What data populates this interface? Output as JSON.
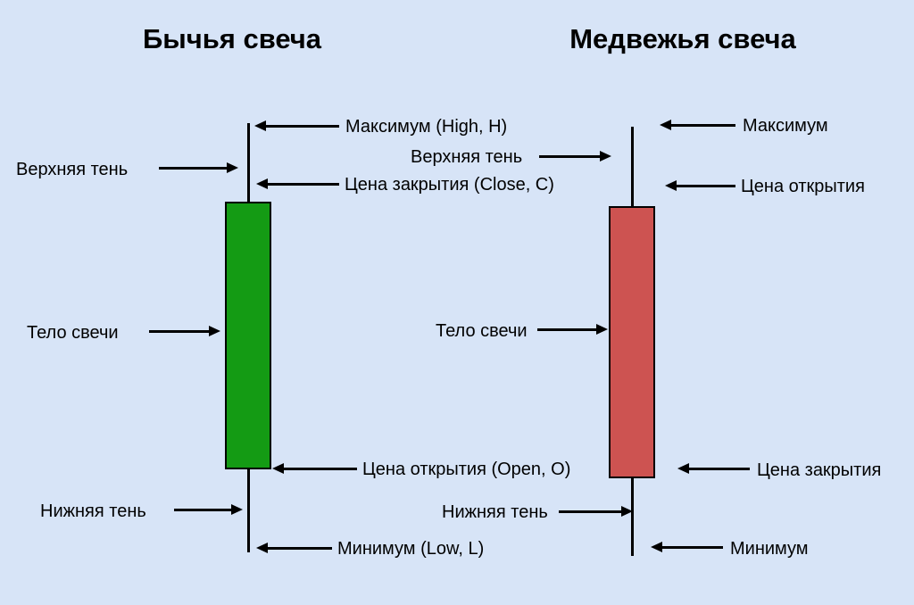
{
  "colors": {
    "background": "#d7e4f7",
    "bullish_body": "#149b14",
    "bearish_body": "#cd5351",
    "line": "#000000"
  },
  "titles": {
    "bullish": "Бычья свеча",
    "bearish": "Медвежья свеча"
  },
  "candles": {
    "bullish": {
      "labels": {
        "high": "Максимум (High, H)",
        "upper_shadow": "Верхняя тень",
        "close": "Цена закрытия (Close, C)",
        "body": "Тело свечи",
        "open": "Цена открытия (Open, O)",
        "lower_shadow": "Нижняя тень",
        "low": "Минимум (Low, L)"
      }
    },
    "bearish": {
      "labels": {
        "high": "Максимум",
        "upper_shadow": "Верхняя тень",
        "open": "Цена открытия",
        "body": "Тело свечи",
        "close": "Цена закрытия",
        "lower_shadow": "Нижняя тень",
        "low": "Минимум"
      }
    }
  }
}
